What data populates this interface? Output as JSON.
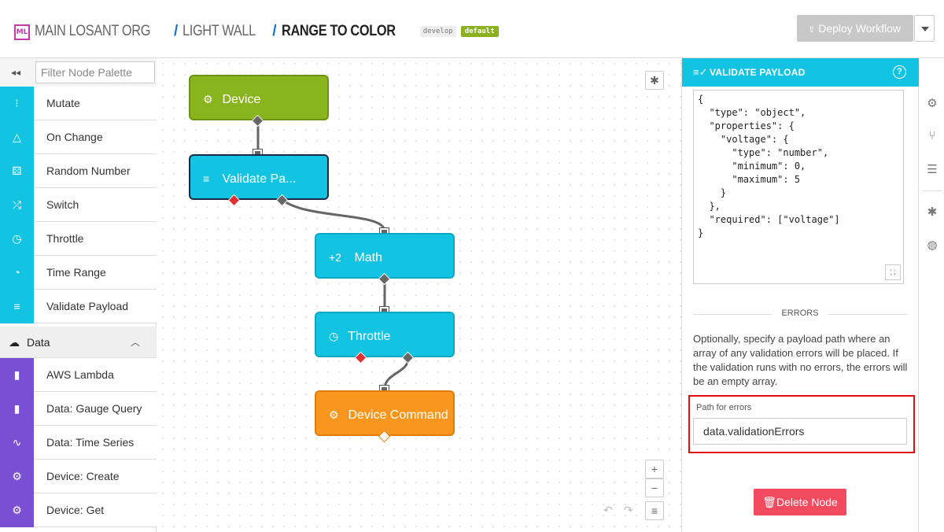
{
  "header": {
    "logo_text": "ML",
    "breadcrumb": [
      "MAIN LOSANT ORG",
      "LIGHT WALL",
      "RANGE TO COLOR"
    ],
    "separator": "/",
    "version_tag": "develop",
    "default_tag": "default",
    "deploy_label": "Deploy Workflow",
    "deploy_icon": "upload-icon"
  },
  "palette": {
    "filter_placeholder": "Filter Node Palette",
    "collapse_glyph": "◂◂",
    "logic_items": [
      {
        "label": "Mutate",
        "icon": "mutate-icon",
        "glyph": "⁝"
      },
      {
        "label": "On Change",
        "icon": "triangle-icon",
        "glyph": "△"
      },
      {
        "label": "Random Number",
        "icon": "dice-icon",
        "glyph": "⚄"
      },
      {
        "label": "Switch",
        "icon": "shuffle-icon",
        "glyph": "⤮"
      },
      {
        "label": "Throttle",
        "icon": "throttle-icon",
        "glyph": "◷"
      },
      {
        "label": "Time Range",
        "icon": "clock-icon",
        "glyph": "◔"
      },
      {
        "label": "Validate Payload",
        "icon": "validate-icon",
        "glyph": "≡"
      }
    ],
    "data_section": {
      "label": "Data",
      "icon": "cloud-upload-icon",
      "chevron": "︿"
    },
    "data_items": [
      {
        "label": "AWS Lambda",
        "icon": "lambda-icon",
        "glyph": "▮"
      },
      {
        "label": "Data: Gauge Query",
        "icon": "bar-chart-icon",
        "glyph": "▮"
      },
      {
        "label": "Data: Time Series",
        "icon": "line-chart-icon",
        "glyph": "∿"
      },
      {
        "label": "Device: Create",
        "icon": "chip-icon",
        "glyph": "⚙"
      },
      {
        "label": "Device: Get",
        "icon": "chip-icon",
        "glyph": "⚙"
      }
    ]
  },
  "canvas": {
    "nodes": {
      "device": {
        "label": "Device",
        "icon_glyph": "⚙"
      },
      "validate": {
        "label": "Validate Pa...",
        "icon_glyph": "≡"
      },
      "math": {
        "label": "Math",
        "icon_glyph": "+2"
      },
      "throttle": {
        "label": "Throttle",
        "icon_glyph": "◷"
      },
      "command": {
        "label": "Device Command",
        "icon_glyph": "⚙"
      }
    },
    "zoom_in": "+",
    "zoom_out": "−",
    "menu": "≡",
    "undo": "↶",
    "redo": "↷",
    "debug_glyph": "✱"
  },
  "panel": {
    "title": "VALIDATE PAYLOAD",
    "help": "?",
    "schema_lines": [
      "{",
      "  \"type\": \"object\",",
      "  \"properties\": {",
      "    \"voltage\": {",
      "      \"type\": \"number\",",
      "      \"minimum\": 0,",
      "      \"maximum\": 5",
      "    }",
      "  },",
      "  \"required\": [\"voltage\"]",
      "}"
    ],
    "errors_heading": "ERRORS",
    "errors_description": "Optionally, specify a payload path where an array of any validation errors will be placed. If the validation runs with no errors, the errors will be an empty array.",
    "path_label": "Path for errors",
    "path_value": "data.validationErrors",
    "delete_label": "Delete Node"
  },
  "strip": {
    "icons": [
      "gear-icon",
      "branch-icon",
      "database-icon",
      "bug-icon",
      "globe-icon"
    ]
  },
  "colors": {
    "accent": "#13c3e2",
    "device_node": "#8ab41e",
    "command_node": "#f8961e",
    "delete": "#f24a5e",
    "highlight": "#e01010"
  }
}
